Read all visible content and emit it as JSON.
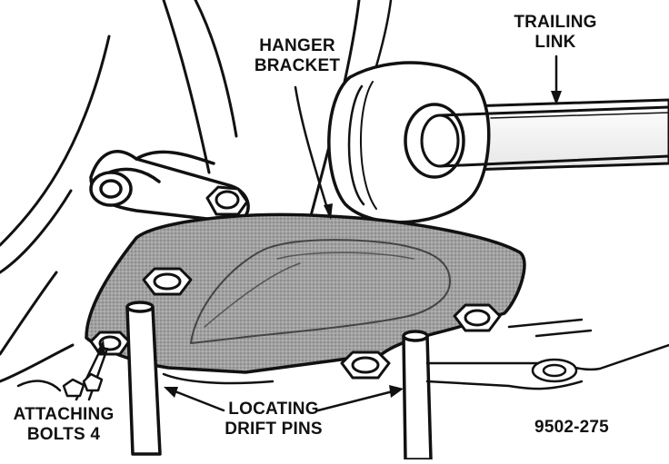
{
  "labels": {
    "trailing_link": [
      "TRAILING",
      "LINK"
    ],
    "hanger_bracket": [
      "HANGER",
      "BRACKET"
    ],
    "locating_drift_pins": [
      "LOCATING",
      "DRIFT PINS"
    ],
    "attaching_bolts": [
      "ATTACHING",
      "BOLTS 4"
    ],
    "figure_id": "9502-275"
  },
  "colors": {
    "ink": "#111111",
    "bracket_fill": "#9a9a9a",
    "background": "#ffffff"
  }
}
